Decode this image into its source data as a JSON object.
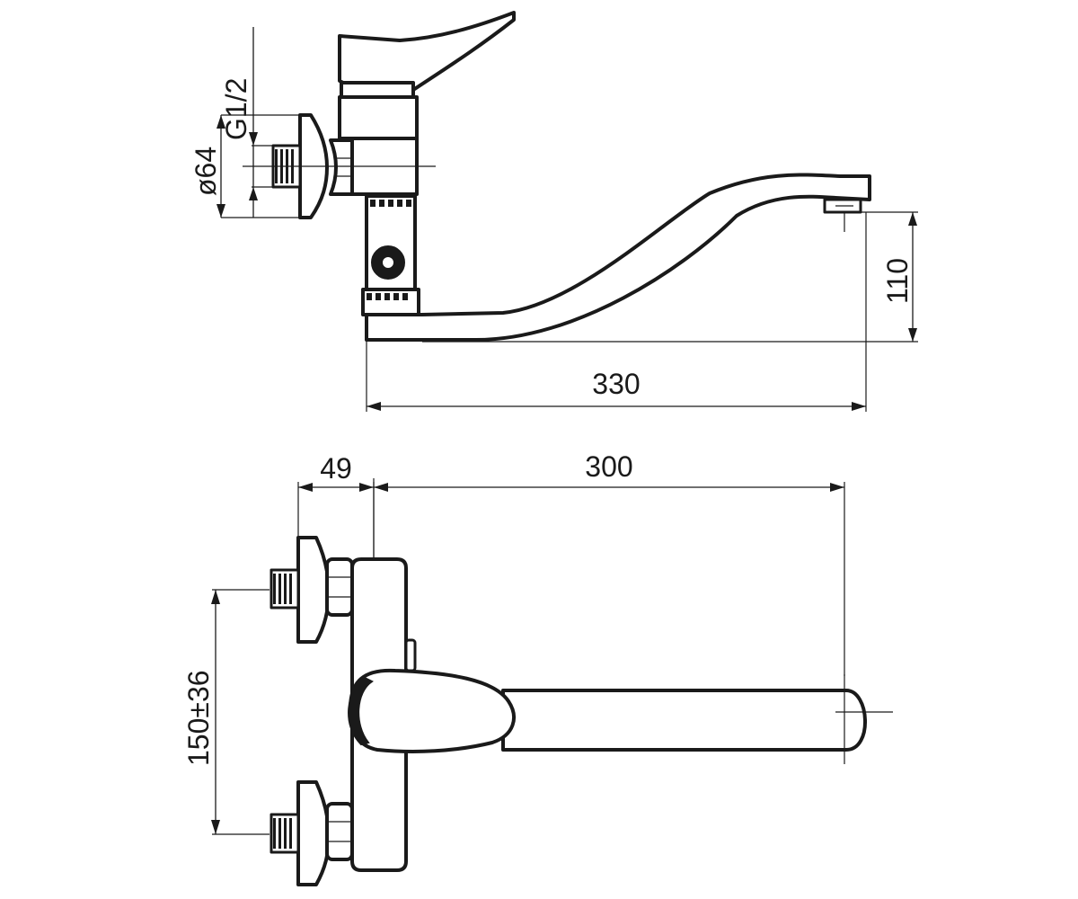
{
  "side_view": {
    "dim_spout_length": "330",
    "dim_spout_height": "110",
    "dim_flange_diameter": "ø64",
    "dim_thread": "G1/2"
  },
  "top_view": {
    "dim_eccentric_offset": "49",
    "dim_spout_reach": "300",
    "dim_inlet_spacing": "150±36"
  },
  "colors": {
    "stroke": "#1a1a1a",
    "background": "#ffffff"
  }
}
